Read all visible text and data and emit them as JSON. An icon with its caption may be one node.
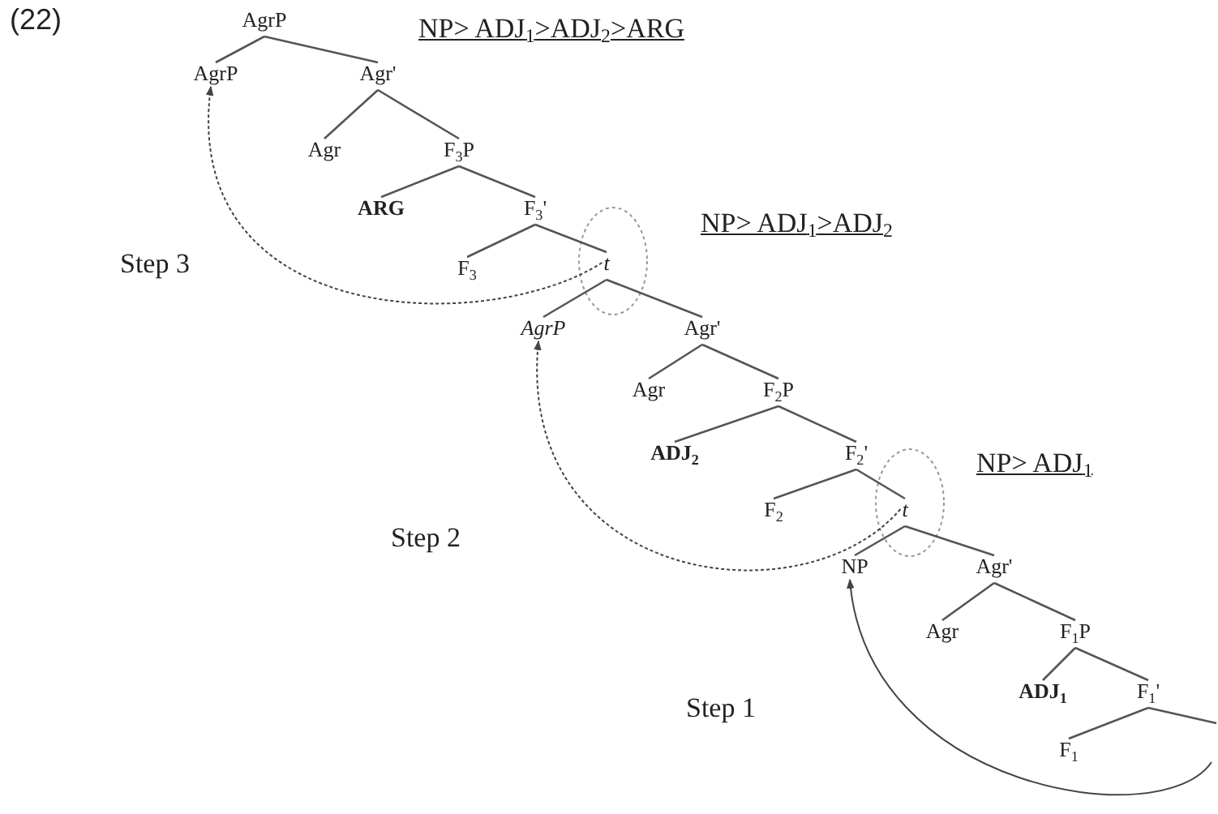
{
  "diagram": {
    "nodes": [
      {
        "text": [
          "AgrP"
        ]
      },
      {
        "text": [
          "AgrP"
        ]
      },
      {
        "text": [
          "Agr'"
        ]
      },
      {
        "text": [
          "Agr"
        ]
      },
      {
        "text": [
          "F$_{3}$P"
        ]
      },
      {
        "text": [
          "ARG"
        ]
      },
      {
        "text": [
          "F$_{3}$'"
        ]
      },
      {
        "text": [
          "F$_{3}$"
        ]
      },
      {
        "text": [
          "t"
        ]
      },
      {
        "text": [
          "AgrP"
        ]
      },
      {
        "text": [
          "Agr'"
        ]
      },
      {
        "text": [
          "Agr"
        ]
      },
      {
        "text": [
          "F$_{2}$P"
        ]
      },
      {
        "text": [
          "ADJ$_{2}$"
        ]
      },
      {
        "text": [
          "F$_{2}$'"
        ]
      },
      {
        "text": [
          "F$_{2}$"
        ]
      },
      {
        "text": [
          "t"
        ]
      },
      {
        "text": [
          "NP"
        ]
      },
      {
        "text": [
          "Agr'"
        ]
      },
      {
        "text": [
          "Agr"
        ]
      },
      {
        "text": [
          "F$_{1}$P"
        ]
      },
      {
        "text": [
          "ADJ$_{1}$"
        ]
      },
      {
        "text": [
          "F$_{1}$'"
        ]
      },
      {
        "text": [
          "F$_{1}$"
        ]
      }
    ],
    "edges": [
      {
        "from": 0,
        "to": 1,
        "arrow": "none"
      },
      {
        "from": 0,
        "to": 2,
        "arrow": "none"
      },
      {
        "from": 2,
        "to": 3,
        "arrow": "none"
      },
      {
        "from": 2,
        "to": 4,
        "arrow": "none"
      },
      {
        "from": 4,
        "to": 5,
        "arrow": "none"
      },
      {
        "from": 4,
        "to": 6,
        "arrow": "none"
      },
      {
        "from": 6,
        "to": 7,
        "arrow": "none"
      },
      {
        "from": 6,
        "to": 8,
        "arrow": "none"
      },
      {
        "from": 8,
        "to": 9,
        "arrow": "none"
      },
      {
        "from": 8,
        "to": 10,
        "arrow": "none"
      },
      {
        "from": 10,
        "to": 11,
        "arrow": "none"
      },
      {
        "from": 10,
        "to": 12,
        "arrow": "none"
      },
      {
        "from": 12,
        "to": 13,
        "arrow": "none"
      },
      {
        "from": 12,
        "to": 14,
        "arrow": "none"
      },
      {
        "from": 14,
        "to": 15,
        "arrow": "none"
      },
      {
        "from": 14,
        "to": 16,
        "arrow": "none"
      },
      {
        "from": 16,
        "to": 17,
        "arrow": "none"
      },
      {
        "from": 16,
        "to": 18,
        "arrow": "none"
      },
      {
        "from": 18,
        "to": 19,
        "arrow": "none"
      },
      {
        "from": 18,
        "to": 20,
        "arrow": "none"
      },
      {
        "from": 20,
        "to": 21,
        "arrow": "none"
      },
      {
        "from": 20,
        "to": 22,
        "arrow": "none"
      },
      {
        "from": 22,
        "to": 23,
        "arrow": "none"
      },
      {
        "from": 22,
        "to": null,
        "arrow": "none"
      },
      {
        "from": 8,
        "to": 1,
        "arrow": "to",
        "style": "dashed"
      },
      {
        "from": 16,
        "to": 9,
        "arrow": "to",
        "style": "dashed"
      },
      {
        "from": null,
        "to": 17,
        "arrow": "to"
      }
    ],
    "labels": [
      "(22)",
      "NP> ADJ$_{1}$>ADJ$_{2}$>ARG",
      "NP> ADJ$_{1}$>ADJ$_{2}$",
      "Step 3",
      "NP> ADJ$_{1}$",
      "Step 2",
      "Step 1"
    ]
  }
}
